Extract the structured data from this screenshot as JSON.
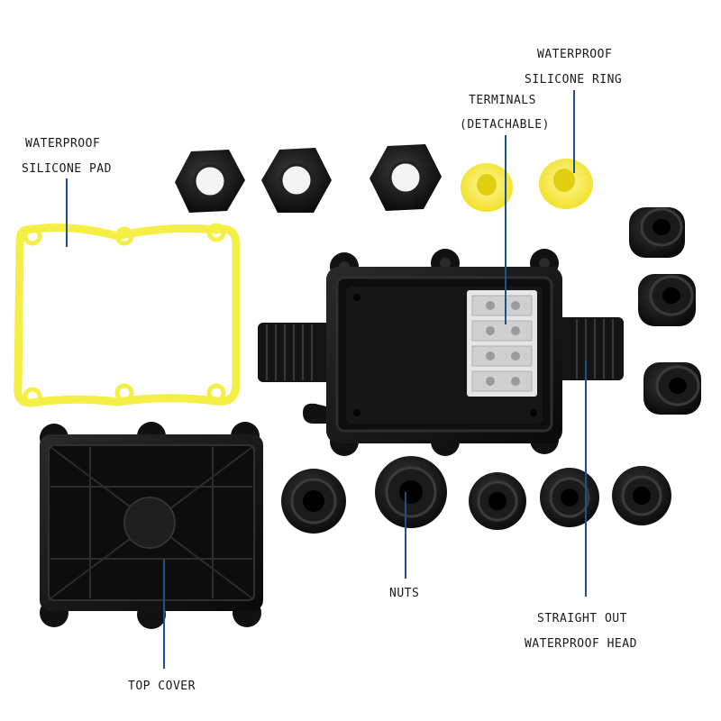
{
  "labels": {
    "waterproof_silicone_pad": [
      "WATERPROOF",
      "SILICONE PAD"
    ],
    "waterproof_silicone_ring": [
      "WATERPROOF",
      "SILICONE RING"
    ],
    "terminals": [
      "TERMINALS",
      "(DETACHABLE)"
    ],
    "nuts": "NUTS",
    "straight_out_head": [
      "STRAIGHT OUT",
      "WATERPROOF HEAD"
    ],
    "top_cover": "TOP COVER"
  },
  "colors": {
    "leader_line": "#1f4f8c",
    "silicone_pad": "#f5ee44",
    "silicone_ring": "#f2e73c",
    "plastic": "#121212",
    "terminal_block": "#e6e6e6"
  }
}
